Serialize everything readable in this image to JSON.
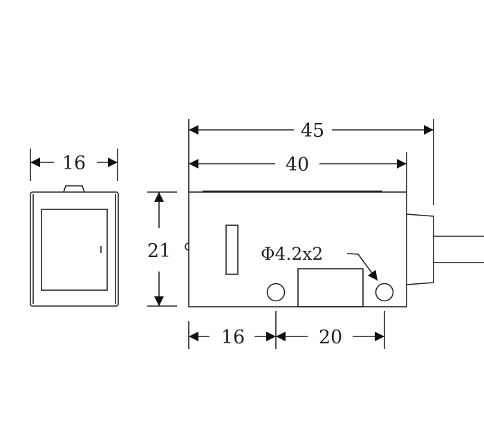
{
  "drawing": {
    "dimensions": {
      "overall_length": "45",
      "body_length": "40",
      "front_width": "16",
      "height": "21",
      "hole_offset": "16",
      "hole_spacing": "20"
    },
    "hole_note": "Φ4.2x2",
    "line_color": "#222222"
  }
}
